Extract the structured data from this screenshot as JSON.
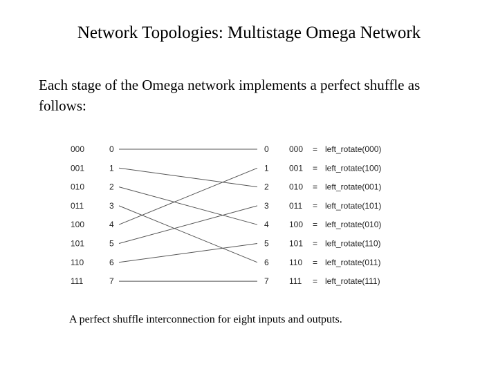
{
  "slide": {
    "title": "Network Topologies: Multistage Omega Network",
    "body": "Each stage of the Omega network implements a perfect shuffle as follows:",
    "caption": "A perfect shuffle interconnection for eight inputs and outputs."
  },
  "diagram": {
    "inputs": [
      {
        "binary": "000",
        "index": "0"
      },
      {
        "binary": "001",
        "index": "1"
      },
      {
        "binary": "010",
        "index": "2"
      },
      {
        "binary": "011",
        "index": "3"
      },
      {
        "binary": "100",
        "index": "4"
      },
      {
        "binary": "101",
        "index": "5"
      },
      {
        "binary": "110",
        "index": "6"
      },
      {
        "binary": "111",
        "index": "7"
      }
    ],
    "outputs": [
      {
        "index": "0",
        "binary": "000",
        "formula": "left_rotate(000)"
      },
      {
        "index": "1",
        "binary": "001",
        "formula": "left_rotate(100)"
      },
      {
        "index": "2",
        "binary": "010",
        "formula": "left_rotate(001)"
      },
      {
        "index": "3",
        "binary": "011",
        "formula": "left_rotate(101)"
      },
      {
        "index": "4",
        "binary": "100",
        "formula": "left_rotate(010)"
      },
      {
        "index": "5",
        "binary": "101",
        "formula": "left_rotate(110)"
      },
      {
        "index": "6",
        "binary": "110",
        "formula": "left_rotate(011)"
      },
      {
        "index": "7",
        "binary": "111",
        "formula": "left_rotate(111)"
      }
    ],
    "equals_sign": "=",
    "connections": [
      [
        0,
        0
      ],
      [
        1,
        2
      ],
      [
        2,
        4
      ],
      [
        3,
        6
      ],
      [
        4,
        1
      ],
      [
        5,
        3
      ],
      [
        6,
        5
      ],
      [
        7,
        7
      ]
    ],
    "line_color": "#555555"
  }
}
